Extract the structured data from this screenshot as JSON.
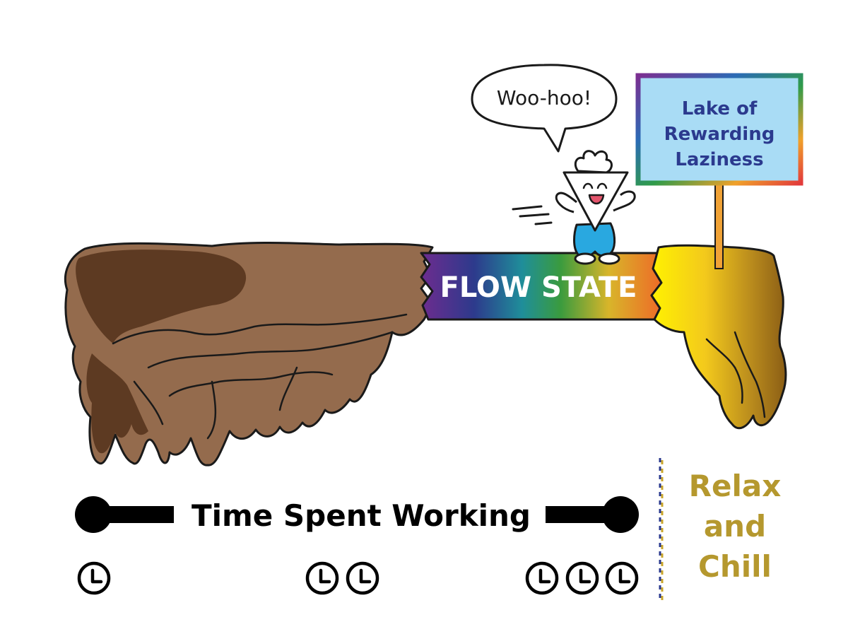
{
  "speech_bubble": {
    "text": "Woo-hoo!"
  },
  "sign": {
    "lines": [
      "Lake of",
      "Rewarding",
      "Laziness"
    ]
  },
  "bridge": {
    "flow_label": "FLOW STATE"
  },
  "timeline": {
    "label": "Time Spent Working"
  },
  "relax": {
    "lines": [
      "Relax",
      "and",
      "Chill"
    ]
  },
  "clocks": {
    "groups": [
      1,
      2,
      3
    ],
    "icon": "clock-icon"
  },
  "colors": {
    "mud_light": "#946b4d",
    "mud_dark": "#5d3a22",
    "gold": "#c9a52b",
    "sign_fill": "#a9dcf5",
    "sign_text": "#2b3a8e",
    "relax_text": "#b5982e",
    "character_pants": "#29a8e0",
    "divider": "#b8962e"
  }
}
